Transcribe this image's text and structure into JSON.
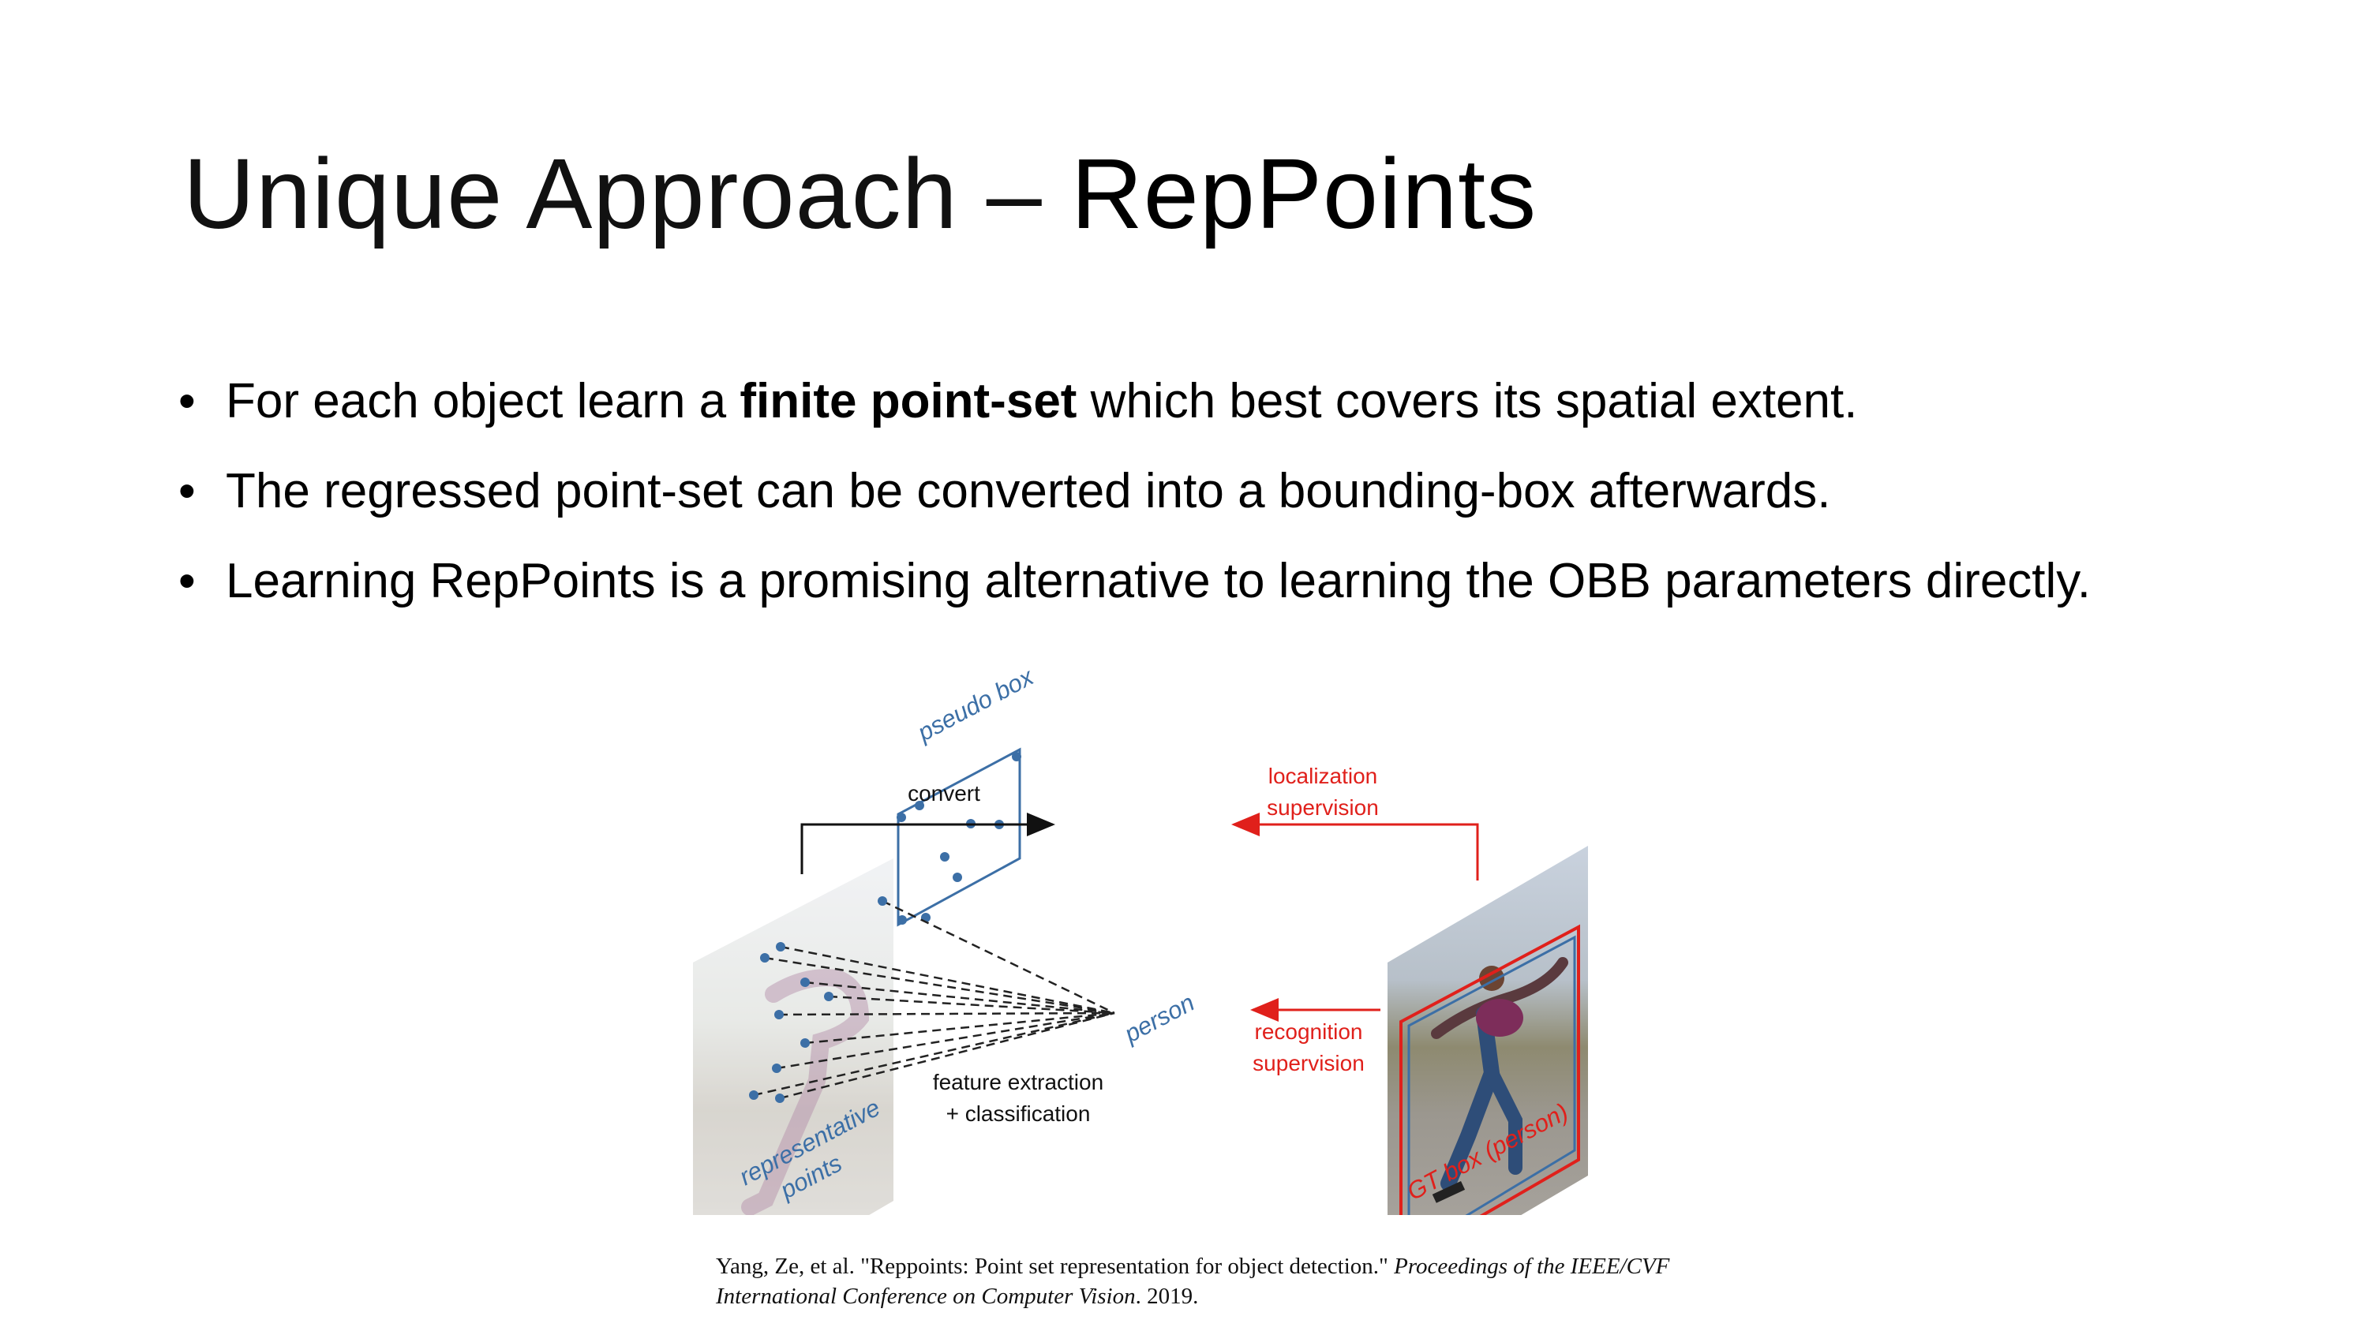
{
  "title": {
    "plain": "Unique Approach – ",
    "emphasis": "RepPoints"
  },
  "bullets": [
    {
      "before": "For each object learn a ",
      "bold": "finite point-set",
      "after": " which best covers its spatial extent."
    },
    {
      "before": "The regressed point-set can be converted into a bounding-box afterwards.",
      "bold": "",
      "after": ""
    },
    {
      "before": "Learning RepPoints is a promising alternative to learning the OBB parameters directly.",
      "bold": "",
      "after": ""
    }
  ],
  "bullet_glyph": "•",
  "figure": {
    "labels": {
      "pseudo_box": "pseudo box",
      "convert": "convert",
      "localization_line1": "localization",
      "localization_line2": "supervision",
      "recognition_line1": "recognition",
      "recognition_line2": "supervision",
      "person": "person",
      "feature_line1": "feature extraction",
      "feature_line2": "+ classification",
      "rep_line1": "representative",
      "rep_line2": "points",
      "gt_box": "GT box (person)"
    },
    "colors": {
      "point_blue": "#3c6fa6",
      "supervision_red": "#e0201b",
      "arrow_black": "#111111"
    }
  },
  "citation": {
    "authors": "Yang, Ze, et al. \"Reppoints: Point set representation for object detection.\" ",
    "venue": "Proceedings of the IEEE/CVF International Conference on Computer Vision",
    "year": ". 2019."
  }
}
